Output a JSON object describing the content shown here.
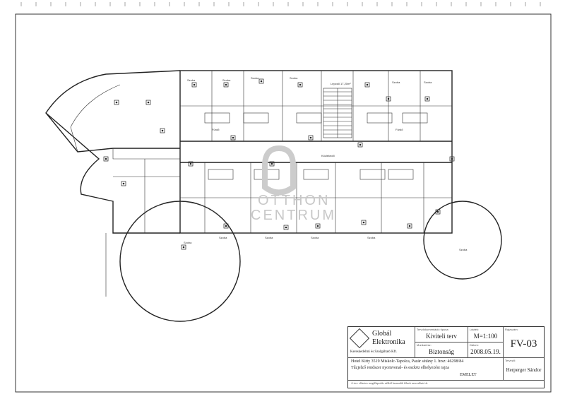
{
  "plan": {
    "watermark_line1": "OTTHON",
    "watermark_line2": "CENTRUM",
    "rooms": [
      {
        "label": "Szoba"
      },
      {
        "label": "Szoba"
      },
      {
        "label": "Szoba"
      },
      {
        "label": "Szoba"
      },
      {
        "label": "Lépcső 17,20m²"
      },
      {
        "label": "Szoba"
      },
      {
        "label": "Szoba"
      },
      {
        "label": "Közlekedő"
      },
      {
        "label": "Fürdő"
      },
      {
        "label": "Fürdő"
      },
      {
        "label": "Szoba"
      },
      {
        "label": "Szoba"
      },
      {
        "label": "Szoba"
      },
      {
        "label": "Szoba"
      },
      {
        "label": "Szoba"
      },
      {
        "label": "Szoba"
      }
    ]
  },
  "title_block": {
    "company_line1": "Globál",
    "company_line2": "Elektronika",
    "company_sub": "Kereskedelmi és Szolgáltató Kft.",
    "doc_type_label": "Tervdokumentáció típusa:",
    "doc_type": "Kiviteli terv",
    "scale_label": "Lépték:",
    "scale": "M=1:100",
    "sheet_label": "Rajzszám:",
    "sheet": "FV-03",
    "subsystem_label": "Munkarész:",
    "subsystem": "Biztonság",
    "date_label": "Dátum:",
    "date": "2008.05.19.",
    "project_line1": "Hotel Kitty 3519 Miskolc-Tapolca, Pazár sétány 1. hrsz: 46298/84",
    "project_line2": "Tűzjelző rendszer nyomvonal- és eszköz elhelyezési rajza",
    "floor": "EMELET",
    "designer_label": "Tervező:",
    "designer": "Herperger Sándor",
    "footer": "A terv előzetes megállapodás nélkül harmadik félnek nem adható át."
  }
}
